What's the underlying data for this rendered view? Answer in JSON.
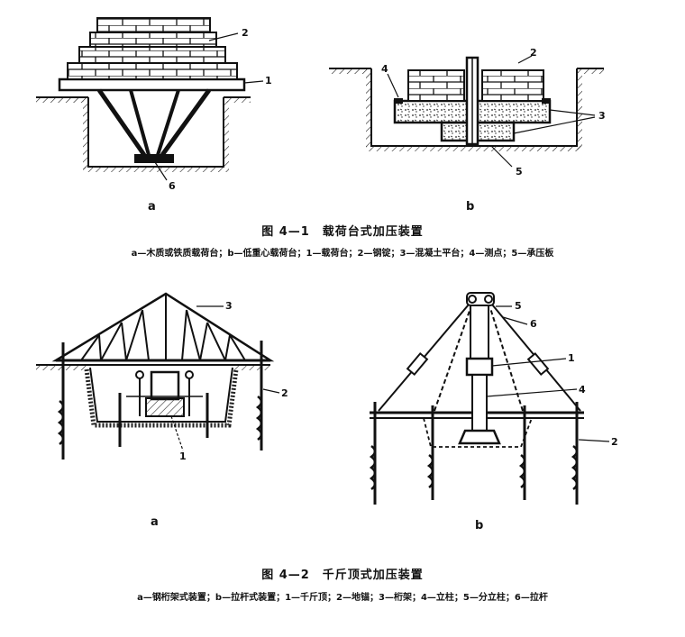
{
  "fig1": {
    "panel_a": {
      "label": "a",
      "callouts": {
        "n1": "1",
        "n2": "2",
        "n6": "6"
      }
    },
    "panel_b": {
      "label": "b",
      "callouts": {
        "n2": "2",
        "n3": "3",
        "n4": "4",
        "n5": "5"
      }
    },
    "caption": "图 4—1　载荷台式加压装置",
    "legend": "a—木质或铁质载荷台；b—低重心载荷台；1—载荷台；2—钢锭；3—混凝土平台；4—测点；5—承压板"
  },
  "fig2": {
    "panel_a": {
      "label": "a",
      "callouts": {
        "n1": "1",
        "n2": "2",
        "n3": "3"
      }
    },
    "panel_b": {
      "label": "b",
      "callouts": {
        "n1": "1",
        "n2": "2",
        "n4": "4",
        "n5": "5",
        "n6": "6"
      }
    },
    "caption": "图 4—2　千斤顶式加压装置",
    "legend": "a—钢桁架式装置；b—拉杆式装置；1—千斤顶；2—地锚；3—桁架；4—立柱；5—分立柱；6—拉杆"
  }
}
